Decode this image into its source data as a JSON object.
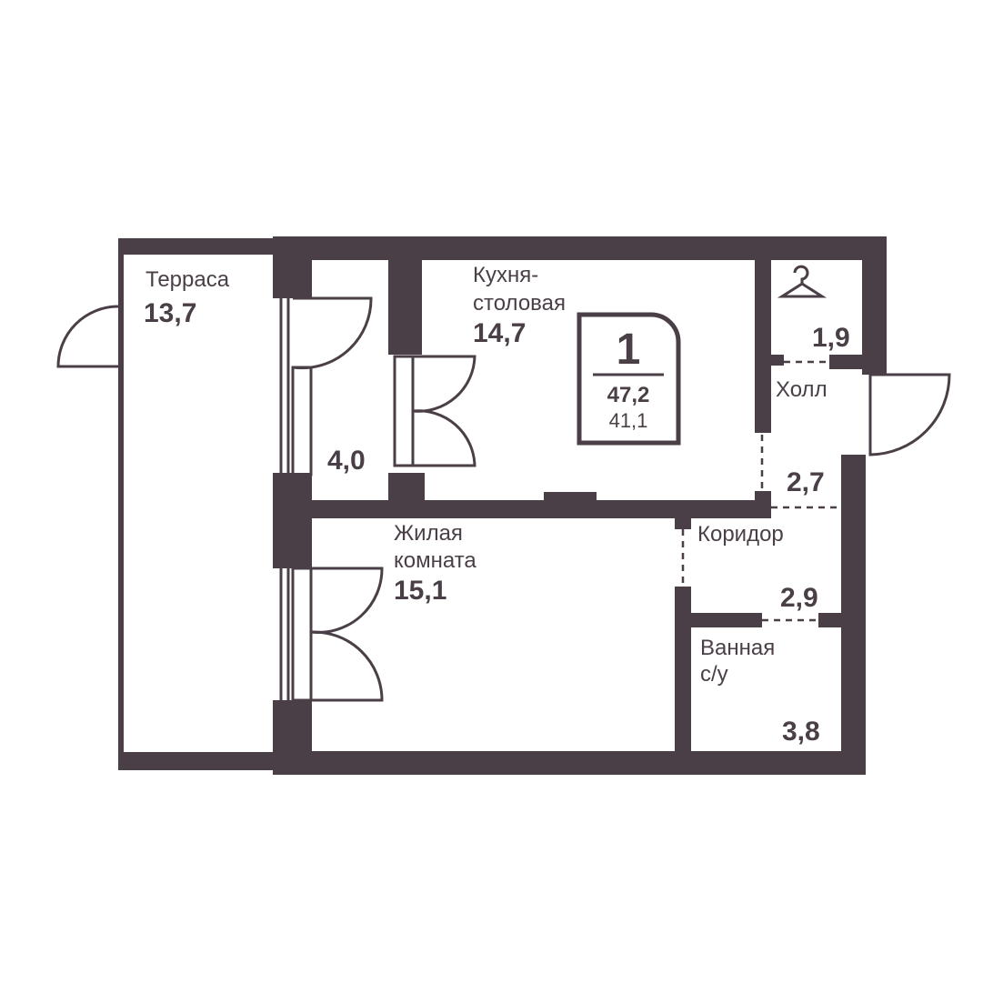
{
  "rooms": {
    "terrace": {
      "name": "Терраса",
      "area": "13,7"
    },
    "storage": {
      "area": "4,0"
    },
    "kitchen": {
      "name_line1": "Кухня-",
      "name_line2": "столовая",
      "area": "14,7"
    },
    "wardrobe": {
      "area": "1,9",
      "icon": "hanger-icon"
    },
    "hall": {
      "name": "Холл",
      "area": "2,7"
    },
    "living": {
      "name_line1": "Жилая",
      "name_line2": "комната",
      "area": "15,1"
    },
    "corridor": {
      "name": "Коридор",
      "area": "2,9"
    },
    "bathroom": {
      "name_line1": "Ванная",
      "name_line2": "с/у",
      "area": "3,8"
    }
  },
  "badge": {
    "rooms_count": "1",
    "total_area": "47,2",
    "living_area": "41,1"
  },
  "colors": {
    "wall": "#4a3f47",
    "background": "#ffffff"
  }
}
